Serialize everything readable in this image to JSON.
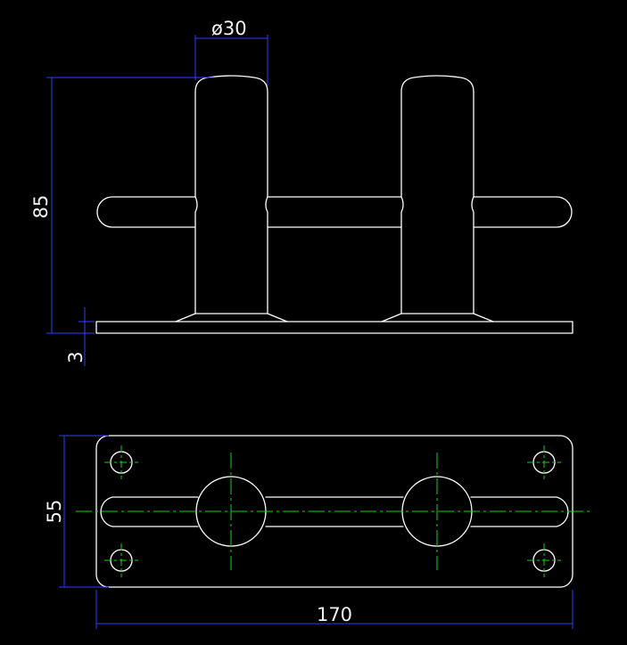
{
  "drawing": {
    "colors": {
      "background": "#000000",
      "part_lines": "#ffffff",
      "dimension_lines": "#2f3cff",
      "dimension_text": "#f2f2f2",
      "center_lines": "#19d019"
    },
    "dimensions": {
      "post_diameter": "ø30",
      "overall_height": "85",
      "base_thickness": "3",
      "base_width": "55",
      "base_length": "170"
    }
  }
}
